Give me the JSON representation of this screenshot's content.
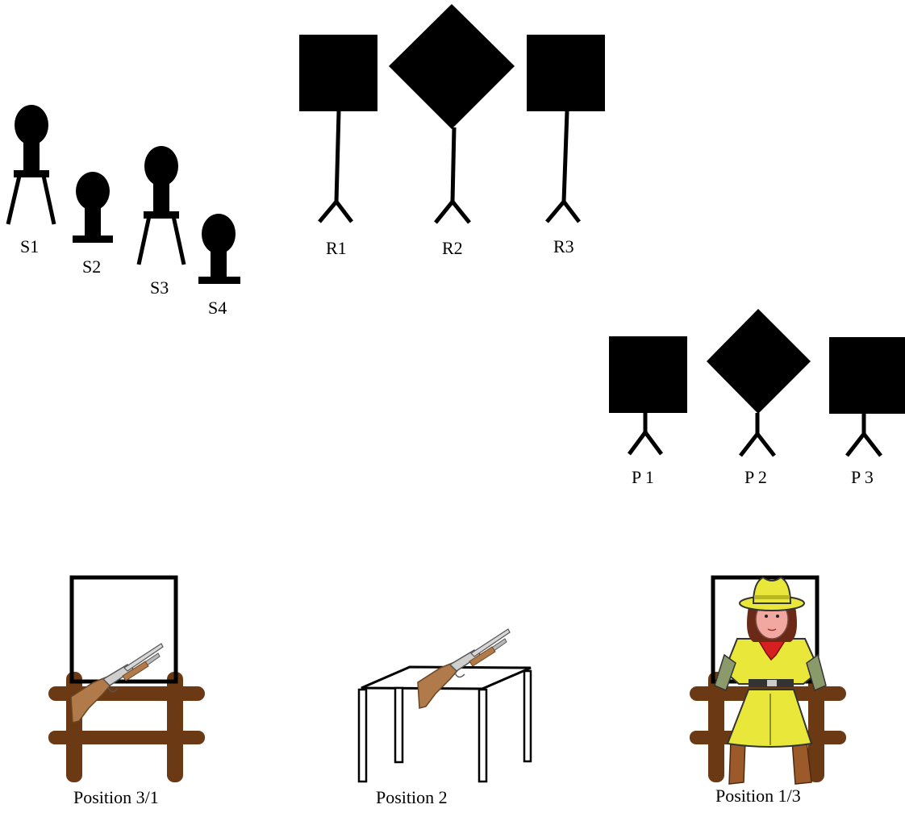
{
  "steel_targets": [
    {
      "id": "s1",
      "label": "S1"
    },
    {
      "id": "s2",
      "label": "S2"
    },
    {
      "id": "s3",
      "label": "S3"
    },
    {
      "id": "s4",
      "label": "S4"
    }
  ],
  "rifle_targets": [
    {
      "id": "r1",
      "label": "R1"
    },
    {
      "id": "r2",
      "label": "R2"
    },
    {
      "id": "r3",
      "label": "R3"
    }
  ],
  "pistol_targets": [
    {
      "id": "p1",
      "label": "P 1"
    },
    {
      "id": "p2",
      "label": "P 2"
    },
    {
      "id": "p3",
      "label": "P 3"
    }
  ],
  "positions": [
    {
      "id": "pos31",
      "label": "Position 3/1"
    },
    {
      "id": "pos2",
      "label": "Position 2"
    },
    {
      "id": "pos13",
      "label": "Position 1/3"
    }
  ],
  "colors": {
    "target": "#000000",
    "fence_wood": "#6b3a14",
    "rifle_stock": "#b07a4a",
    "rifle_barrel": "#b8b8b8",
    "cowgirl_dress": "#e9e83a",
    "cowgirl_skin": "#f0a8a0",
    "cowgirl_boots": "#9c5a2a",
    "cowgirl_gloves": "#8a9a6a",
    "bandana": "#d62020"
  }
}
